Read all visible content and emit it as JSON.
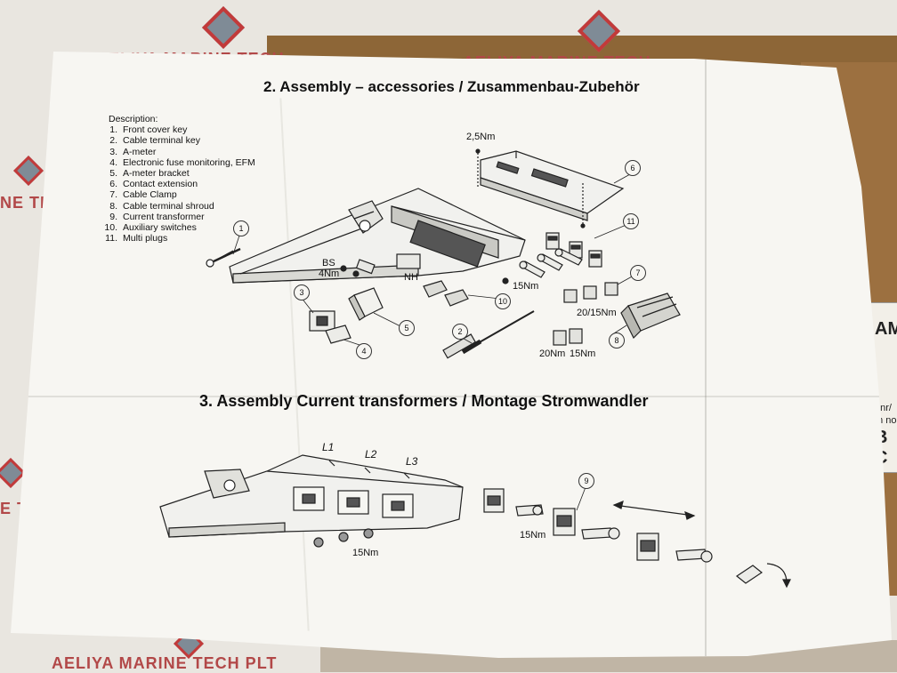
{
  "background": {
    "watermark_text": "AELIYA MARINE TECH PLT",
    "watermark_fragment_top": "AELIYA MARINE TECH",
    "watermark_fragment_left": "NE TE",
    "watermark_fragment_left2": "E T",
    "watermark_fragment_bottom": "AELIYA MARINE TECH PLT",
    "side_label_lines": [
      "AM",
      "t.nr/",
      "m no",
      "B C"
    ]
  },
  "section2": {
    "heading": "2. Assembly – accessories / Zusammenbau-Zubehör",
    "description_title": "Description:",
    "items": [
      {
        "num": "1.",
        "text": "Front cover key"
      },
      {
        "num": "2.",
        "text": "Cable terminal key"
      },
      {
        "num": "3.",
        "text": "A-meter"
      },
      {
        "num": "4.",
        "text": "Electronic fuse monitoring, EFM"
      },
      {
        "num": "5.",
        "text": "A-meter bracket"
      },
      {
        "num": "6.",
        "text": "Contact extension"
      },
      {
        "num": "7.",
        "text": "Cable Clamp"
      },
      {
        "num": "8.",
        "text": "Cable terminal shroud"
      },
      {
        "num": "9.",
        "text": "Current transformer"
      },
      {
        "num": "10.",
        "text": "Auxiliary switches"
      },
      {
        "num": "11.",
        "text": "Multi plugs"
      }
    ],
    "labels": {
      "torque_top": "2,5Nm",
      "bs": "BS",
      "bs_torque": "4Nm",
      "nh": "NH",
      "t15": "15Nm",
      "t20_15": "20/15Nm",
      "t20": "20Nm",
      "t15b": "15Nm"
    },
    "callouts": [
      "1",
      "2",
      "3",
      "4",
      "5",
      "6",
      "7",
      "8",
      "10",
      "11"
    ]
  },
  "section3": {
    "heading": "3. Assembly Current transformers / Montage Stromwandler",
    "phases": [
      "L1",
      "L2",
      "L3"
    ],
    "torque_left": "15Nm",
    "torque_right": "15Nm",
    "callout": "9"
  }
}
